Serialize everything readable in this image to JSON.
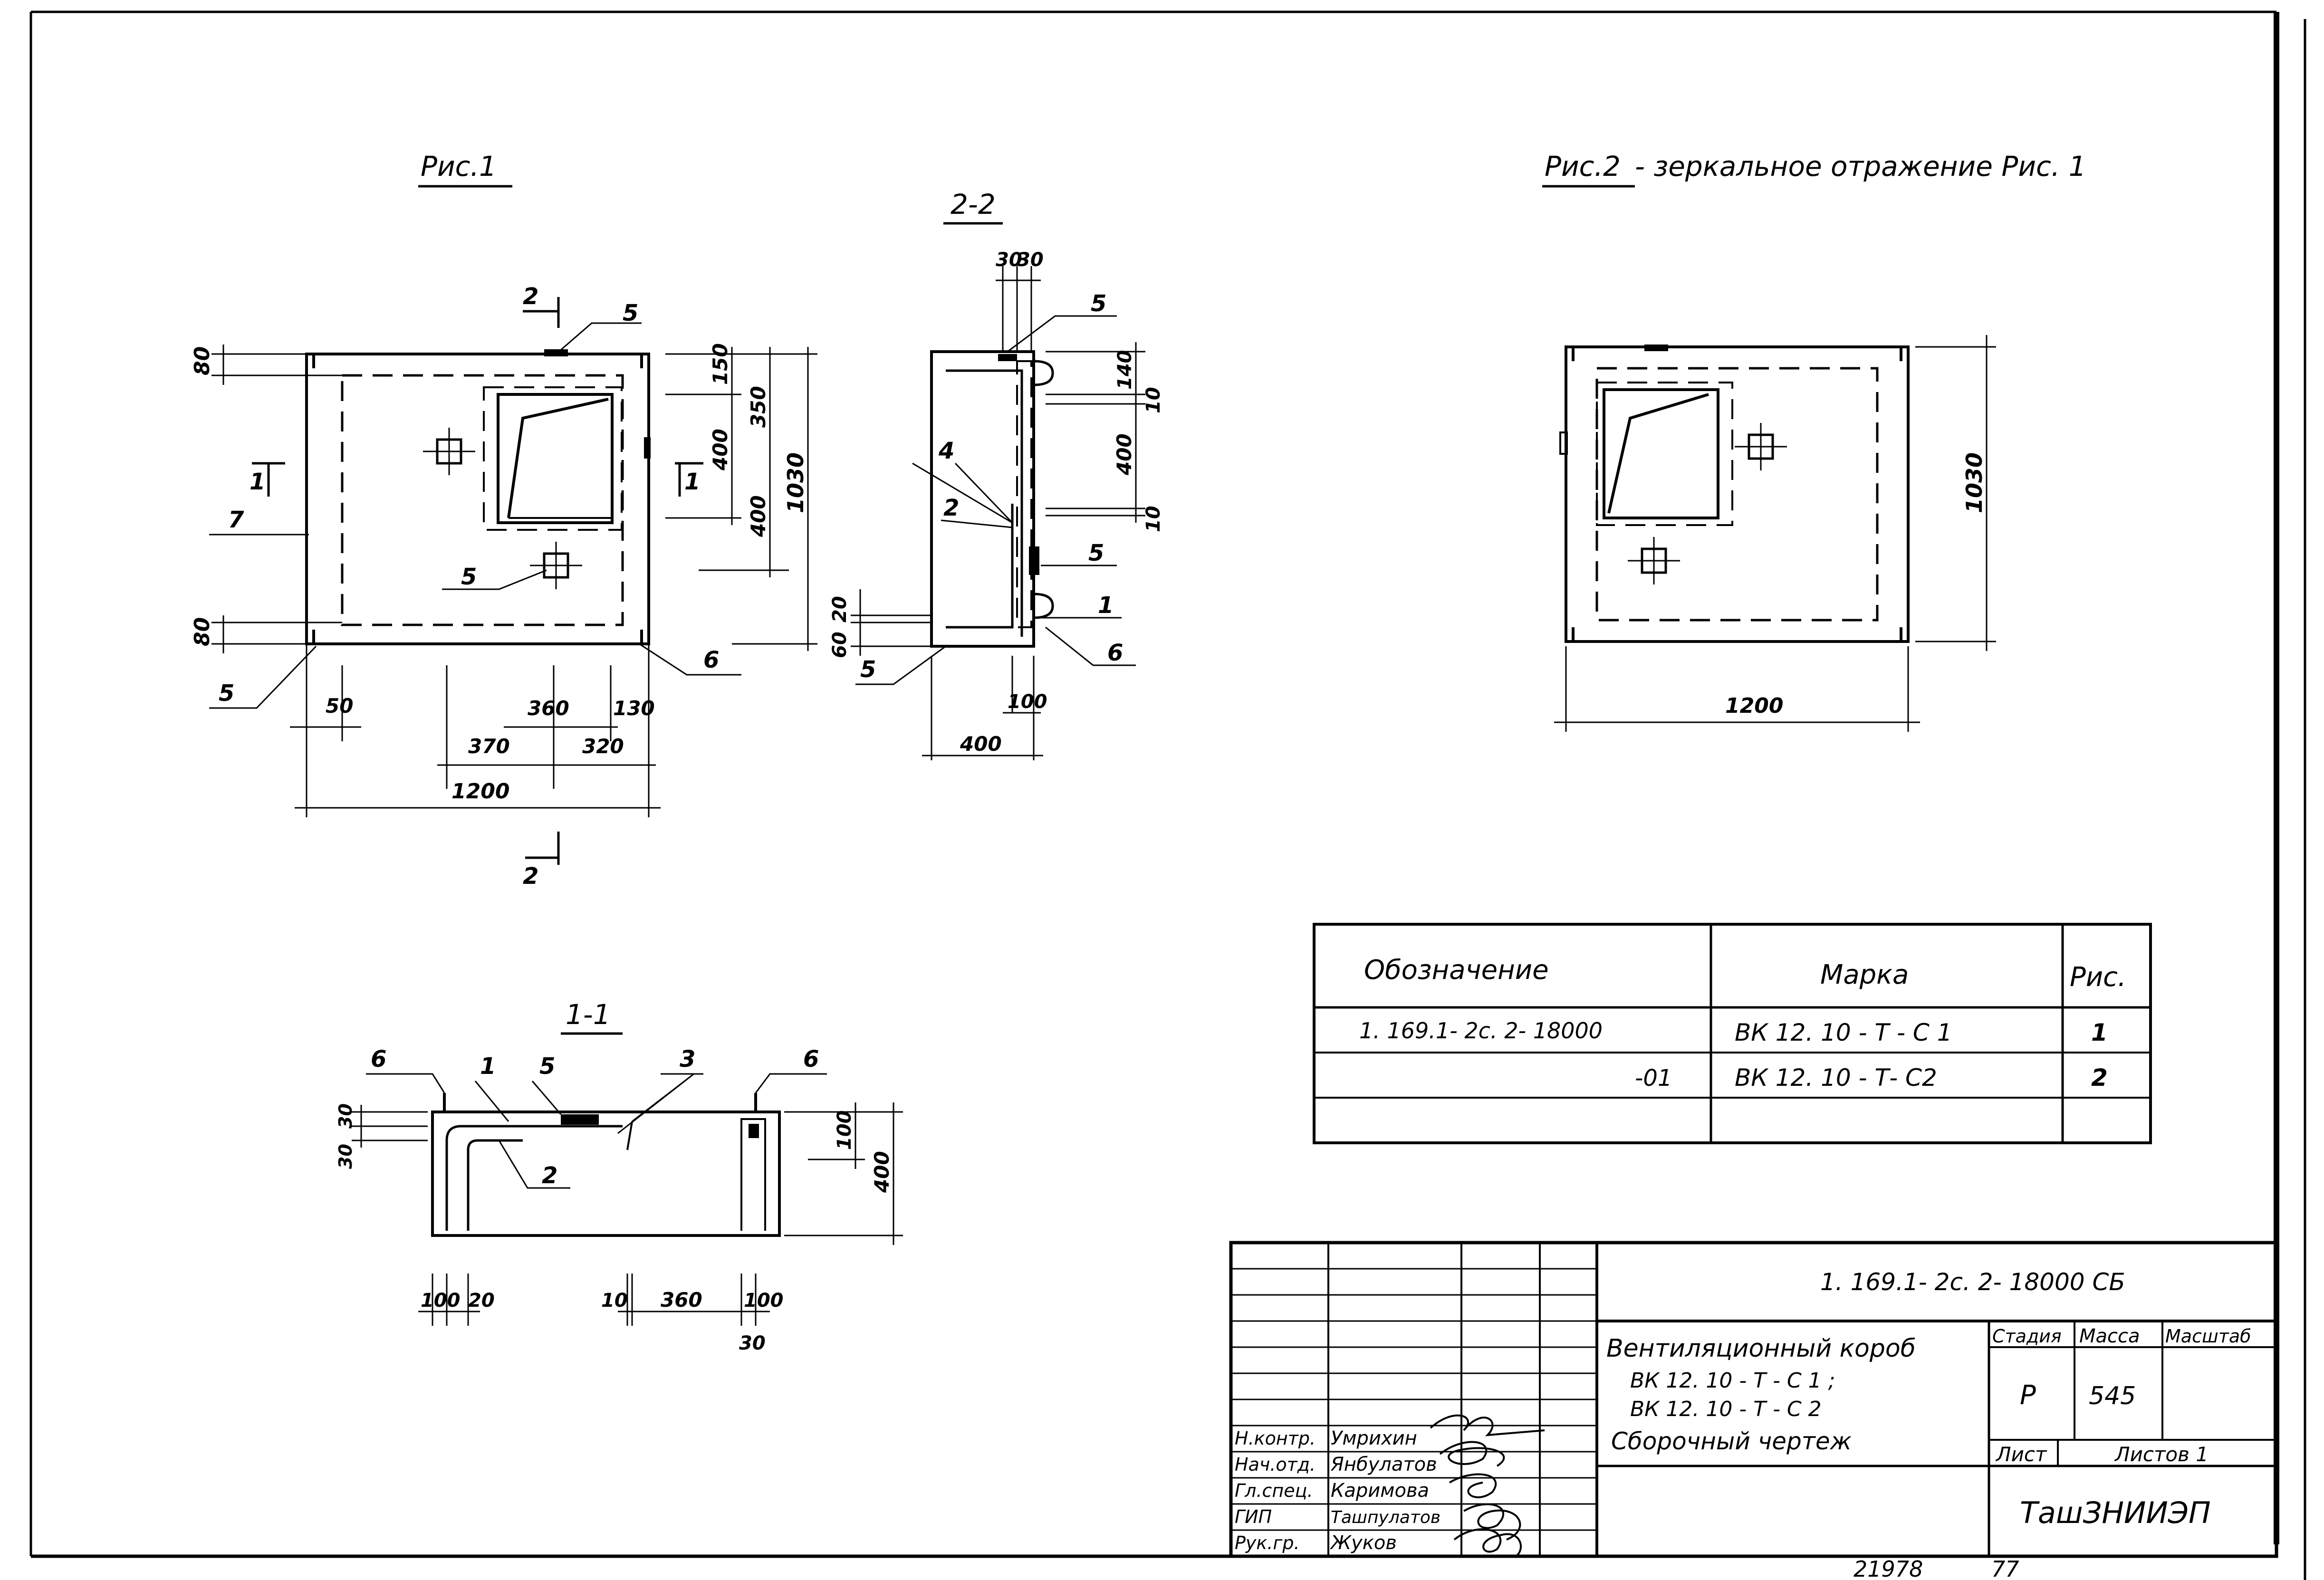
{
  "fig1": {
    "title": "Рис.1",
    "section_22": "2-2",
    "section_11": "1-1",
    "cut_mark_1": "1",
    "cut_mark_2": "2",
    "plan_dims": {
      "d80a": "80",
      "d80b": "80",
      "d50": "50",
      "d360": "360",
      "d130": "130",
      "d370": "370",
      "d320": "320",
      "d1200": "1200",
      "d150": "150",
      "d350": "350",
      "d400a": "400",
      "d400b": "400",
      "d1030": "1030"
    },
    "plan_callouts": {
      "c5a": "5",
      "c5b": "5",
      "c5c": "5",
      "c6": "6",
      "c7": "7"
    },
    "side_dims": {
      "d30a": "30",
      "d30b": "30",
      "d140": "140",
      "d10a": "10",
      "d400": "400",
      "d10b": "10",
      "d20": "20",
      "d60": "60",
      "d100": "100",
      "d400w": "400"
    },
    "side_callouts": {
      "c5a": "5",
      "c5b": "5",
      "c5c": "5",
      "c4": "4",
      "c2": "2",
      "c1": "1",
      "c6": "6"
    },
    "sec11_dims": {
      "d30a": "30",
      "d30b": "30",
      "d100": "100",
      "d400": "400",
      "d100b": "100",
      "d20": "20",
      "d10": "10",
      "d360": "360",
      "d100c": "100",
      "d30c": "30"
    },
    "sec11_callouts": {
      "c6a": "6",
      "c1": "1",
      "c5": "5",
      "c3": "3",
      "c6b": "6",
      "c2": "2"
    }
  },
  "fig2": {
    "title_link": "Рис.2",
    "title_rest": " - зеркальное отражение  Рис. 1",
    "d1030": "1030",
    "d1200": "1200"
  },
  "spec_table": {
    "headers": [
      "Обозначение",
      "Марка",
      "Рис."
    ],
    "rows": [
      [
        "1. 169.1- 2с. 2- 18000",
        "ВК 12. 10 - Т - С 1",
        "1"
      ],
      [
        "-01",
        "ВК 12. 10 - Т- С2",
        "2"
      ],
      [
        "",
        "",
        ""
      ]
    ]
  },
  "title_block": {
    "doc_code": "1. 169.1- 2с. 2- 18000 СБ",
    "name_line1": "Вентиляционный короб",
    "name_line2": "ВК 12. 10 - Т - С 1 ;",
    "name_line3": "ВК 12. 10 - Т - С 2",
    "name_line4": "Сборочный  чертеж",
    "stage_label": "Стадия",
    "mass_label": "Масса",
    "scale_label": "Масштаб",
    "stage_value": "Р",
    "mass_value": "545",
    "sheet_label": "Лист",
    "sheets_label": "Листов 1",
    "org": "ТашЗНИИЭП",
    "signatures": [
      {
        "role": "Н.контр.",
        "name": "Умрихин"
      },
      {
        "role": "Нач.отд.",
        "name": "Янбулатов"
      },
      {
        "role": "Гл.спец.",
        "name": "Каримова"
      },
      {
        "role": "ГИП",
        "name": "Ташпулатов"
      },
      {
        "role": "Рук.гр.",
        "name": "Жуков"
      }
    ]
  },
  "footer": {
    "num1": "21978",
    "num2": "77"
  }
}
